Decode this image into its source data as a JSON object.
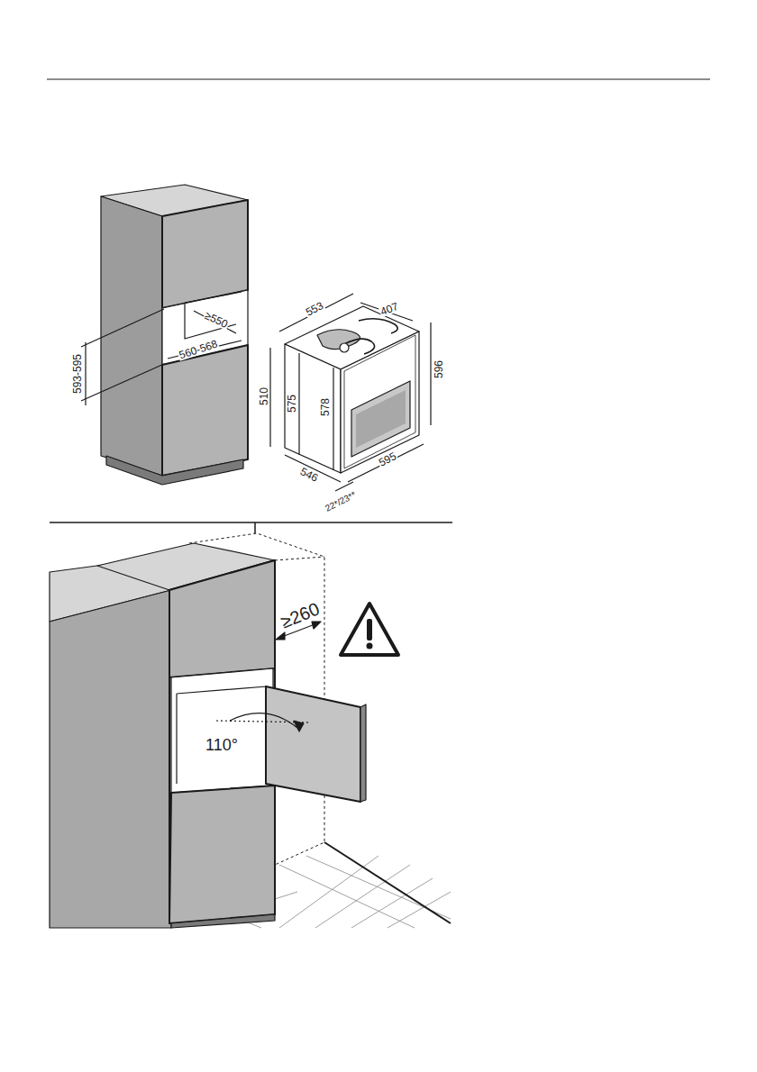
{
  "diagram": {
    "labels": [
      "593-595",
      "≥550",
      "560-568",
      "553",
      "407",
      "510",
      "575",
      "578",
      "596",
      "546",
      "595",
      "22*/23**",
      "≥260",
      "110°"
    ]
  }
}
